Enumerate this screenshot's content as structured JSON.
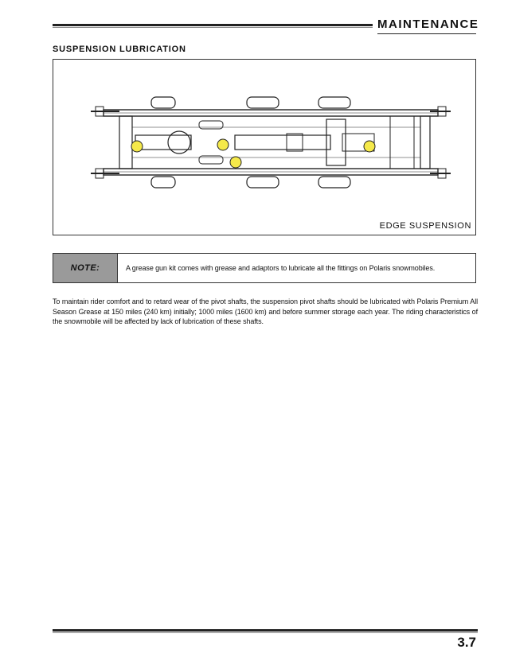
{
  "header": {
    "title": "MAINTENANCE"
  },
  "section": {
    "title": "SUSPENSION LUBRICATION"
  },
  "figure": {
    "caption": "EDGE SUSPENSION"
  },
  "note": {
    "label": "NOTE:",
    "text": "A grease gun kit comes with grease and adaptors to lubricate all the fittings on Polaris snowmobiles."
  },
  "body": {
    "paragraph": "To maintain rider comfort and to retard wear of the pivot shafts, the suspension pivot shafts should be lubricated with Polaris Premium All Season Grease at 150 miles (240 km) initially; 1000 miles (1600 km) and before summer storage each year.  The riding characteristics of the snowmobile will be affected by lack of lubrication of these shafts."
  },
  "footer": {
    "page_number": "3.7"
  },
  "colors": {
    "grease_fitting_highlight": "#f5e94a",
    "note_label_bg": "#9a9a9a"
  }
}
